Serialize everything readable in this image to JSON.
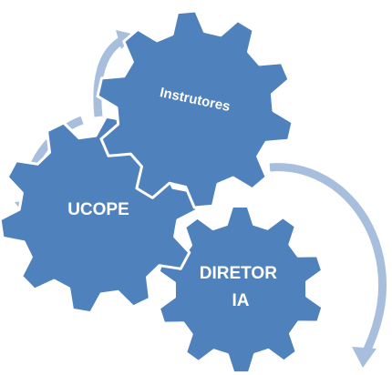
{
  "diagram": {
    "gears": [
      {
        "id": "instrutores",
        "lines": [
          "Instrutores"
        ]
      },
      {
        "id": "ucope",
        "lines": [
          "UCOPE"
        ]
      },
      {
        "id": "diretor",
        "lines": [
          "DIRETOR",
          "IA"
        ]
      }
    ]
  },
  "colors": {
    "gear_fill": "#4F81BD",
    "gear_stroke": "#ffffff",
    "arrow": "#A8BEDD",
    "label_text": "#ffffff"
  }
}
